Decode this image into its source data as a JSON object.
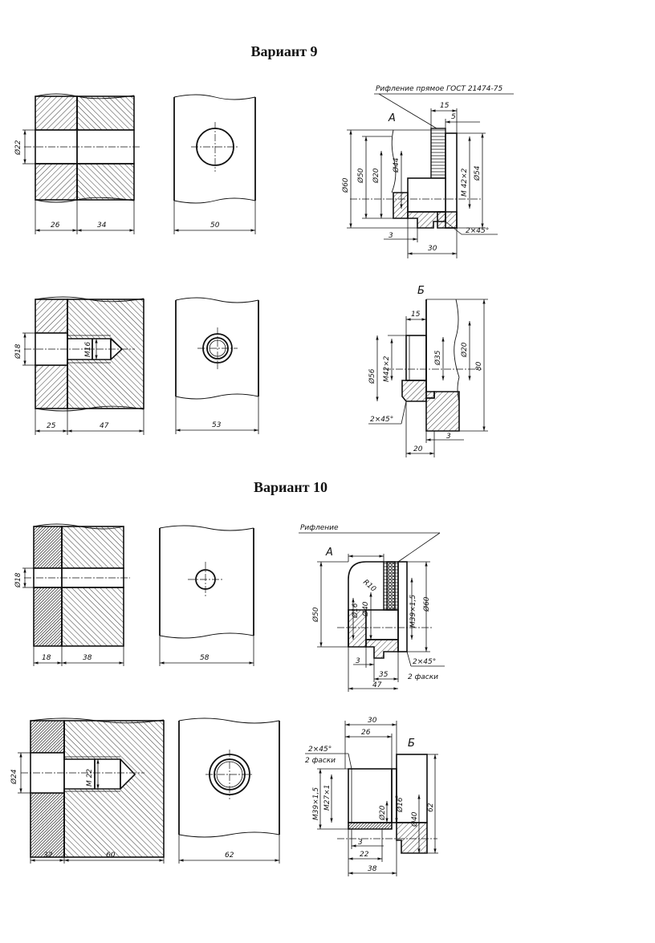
{
  "headings": {
    "variant9": "Вариант 9",
    "variant10": "Вариант 10"
  },
  "letters": {
    "a": "А",
    "b": "Б"
  },
  "v9": {
    "sec1": {
      "dia": "Ø22",
      "d1": "26",
      "d2": "34",
      "d3": "50"
    },
    "sec2": {
      "dia": "Ø18",
      "thread": "M16",
      "d1": "25",
      "d2": "47",
      "d3": "53"
    },
    "partA": {
      "note": "Рифление прямое ГОСТ 21474-75",
      "dims": [
        "15",
        "5",
        "Ø60",
        "Ø50",
        "Ø20",
        "Ø44",
        "M 42×2",
        "Ø54",
        "3",
        "30",
        "2×45°"
      ]
    },
    "partB": {
      "dims": [
        "15",
        "Ø56",
        "M42×2",
        "Ø35",
        "Ø20",
        "80",
        "2×45°",
        "3",
        "20"
      ]
    }
  },
  "v10": {
    "sec1": {
      "dia": "Ø18",
      "d1": "18",
      "d2": "38",
      "d3": "58"
    },
    "sec2": {
      "dia": "Ø24",
      "thread": "M 22",
      "d1": "32",
      "d2": "60",
      "d3": "62"
    },
    "partA": {
      "note": "Рифление",
      "dims": [
        "R10",
        "Ø50",
        "Ø16",
        "Ø40",
        "M39×1,5",
        "Ø60",
        "3",
        "35",
        "47",
        "2×45°",
        "2 фаски"
      ]
    },
    "partB": {
      "dims": [
        "30",
        "26",
        "2×45°",
        "2 фаски",
        "M39×1,5",
        "M27×1",
        "Ø20",
        "Ø16",
        "Ø40",
        "62",
        "3",
        "22",
        "38"
      ]
    }
  }
}
